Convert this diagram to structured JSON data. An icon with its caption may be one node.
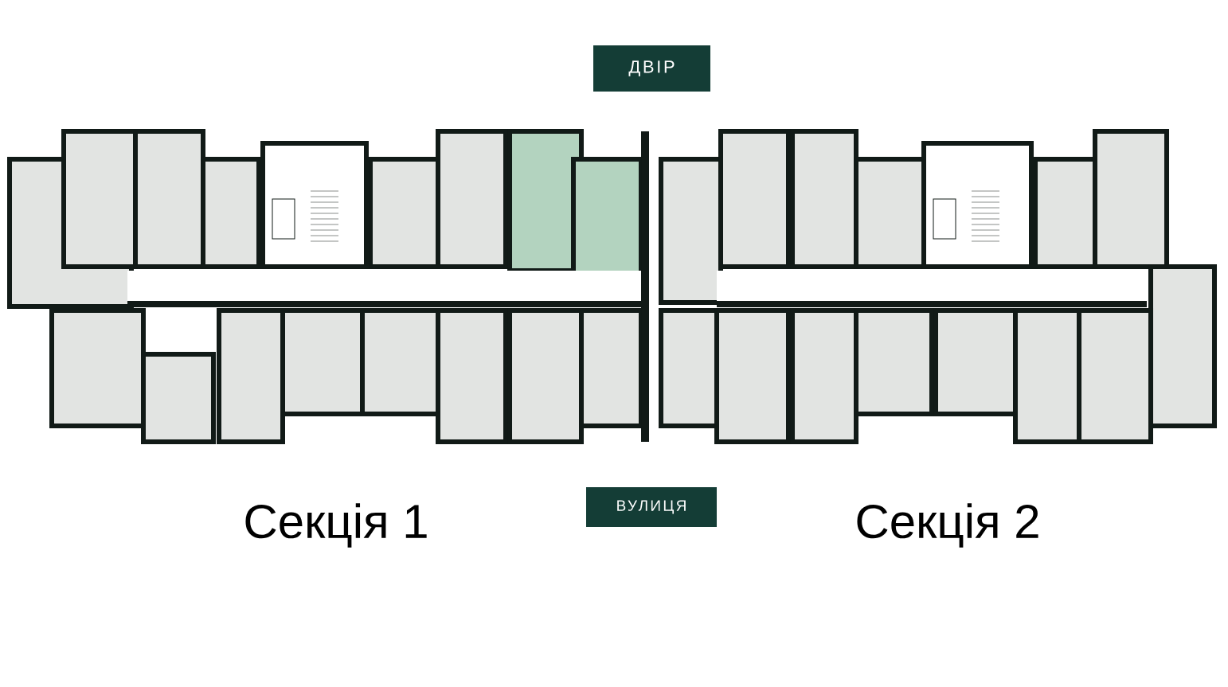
{
  "diagram": {
    "nodes": [
      {
        "text": [
          "ДВІР"
        ]
      },
      {
        "text": [
          "ВУЛИЦЯ"
        ]
      }
    ],
    "labels": [
      "Секція 1",
      "Секція 2"
    ]
  }
}
